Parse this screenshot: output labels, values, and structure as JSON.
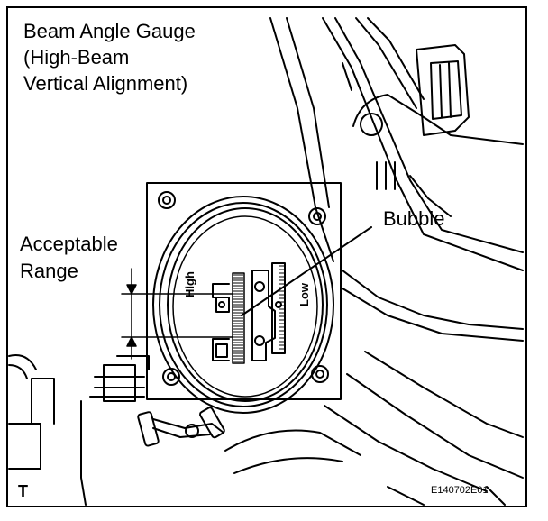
{
  "title_lines": [
    "Beam Angle Gauge",
    "(High-Beam",
    "Vertical Alignment)"
  ],
  "callouts": {
    "acceptable_range": [
      "Acceptable",
      "Range"
    ],
    "bubble": "Bubble",
    "high": "High",
    "low": "Low"
  },
  "corner_mark": "T",
  "figure_code": "E140702E01"
}
